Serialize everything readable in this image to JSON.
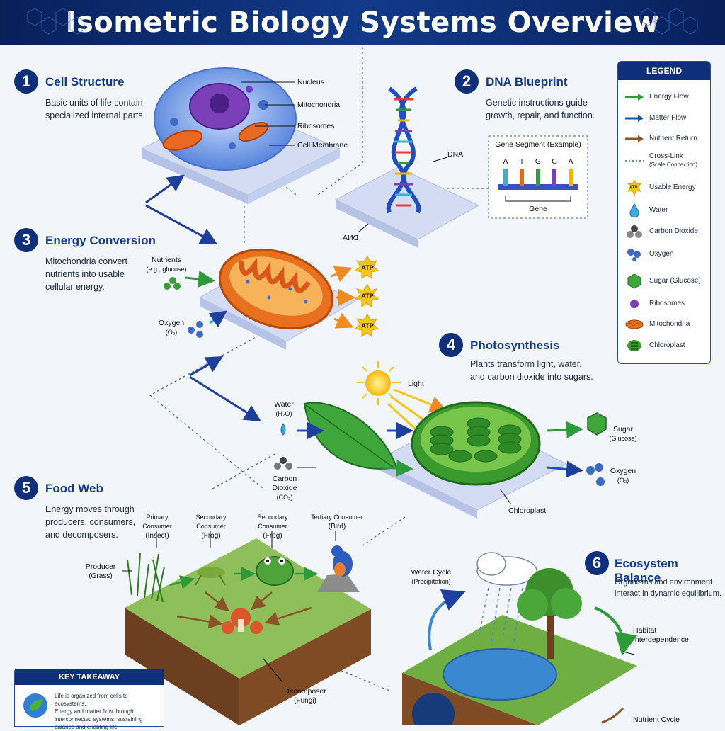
{
  "header": {
    "title": "Isometric Biology Systems Overview"
  },
  "sections": [
    {
      "num": "1",
      "title": "Cell Structure",
      "desc_lines": [
        "Basic units of life contain",
        "specialized internal parts."
      ]
    },
    {
      "num": "2",
      "title": "DNA Blueprint",
      "desc_lines": [
        "Genetic instructions guide",
        "growth, repair, and function."
      ]
    },
    {
      "num": "3",
      "title": "Energy Conversion",
      "desc_lines": [
        "Mitochondria convert",
        "nutrients into usable",
        "cellular energy."
      ]
    },
    {
      "num": "4",
      "title": "Photosynthesis",
      "desc_lines": [
        "Plants transform light, water,",
        "and carbon dioxide into sugars."
      ]
    },
    {
      "num": "5",
      "title": "Food Web",
      "desc_lines": [
        "Energy moves through",
        "producers, consumers,",
        "and decomposers."
      ]
    },
    {
      "num": "6",
      "title": "Ecosystem Balance",
      "desc_lines": [
        "Organisms and environment",
        "interact in dynamic equilibrium."
      ]
    }
  ],
  "cell_labels": {
    "nucleus": "Nucleus",
    "mitochondria": "Mitochondria",
    "ribosomes": "Ribosomes",
    "membrane": "Cell Membrane"
  },
  "dna": {
    "label": "DNA",
    "label_mirrored": "DNA",
    "gene_box_title": "Gene Segment (Example)",
    "bases": [
      "A",
      "T",
      "G",
      "C",
      "A"
    ],
    "gene_label": "Gene"
  },
  "energy": {
    "nutrients": "Nutrients",
    "nutrients_sub": "(e.g., glucose)",
    "oxygen": "Oxygen",
    "oxygen_sub": "(O₂)",
    "atp": [
      "ATP",
      "ATP",
      "ATP"
    ]
  },
  "photo": {
    "light": "Light",
    "water": "Water",
    "water_sub": "(H₂O)",
    "co2": "Carbon Dioxide",
    "co2_sub": "(CO₂)",
    "sugar": "Sugar",
    "sugar_sub": "(Glucose)",
    "oxygen": "Oxygen",
    "oxygen_sub": "(O₂)",
    "chloroplast": "Chloroplast"
  },
  "food_web": {
    "producer": "Producer",
    "producer_sub": "(Grass)",
    "primary": "Primary Consumer",
    "primary_sub": "(Insect)",
    "secondary1": "Secondary Consumer",
    "secondary1_sub": "(Frog)",
    "secondary2": "Secondary Consumer",
    "secondary2_sub": "(Frog)",
    "tertiary": "Tertiary Consumer",
    "tertiary_sub": "(Bird)",
    "decomposer": "Decomposer",
    "decomposer_sub": "(Fungi)"
  },
  "ecosystem": {
    "water_cycle": "Water Cycle",
    "water_cycle_sub": "(Precipitation)",
    "habitat": "Habitat",
    "habitat2": "Interdependence",
    "nutrient_cycle": "Nutrient Cycle"
  },
  "legend": {
    "title": "LEGEND",
    "items": [
      {
        "label": "Energy Flow",
        "icon": "green-arrow-icon"
      },
      {
        "label": "Matter Flow",
        "icon": "blue-arrow-icon"
      },
      {
        "label": "Nutrient Return",
        "icon": "brown-arrow-icon"
      },
      {
        "label": "Cross-Link",
        "label2": "(Scale Connection)",
        "icon": "dotted-line-icon"
      },
      {
        "label": "Usable Energy",
        "icon": "atp-star-icon",
        "badge": "ATP"
      },
      {
        "label": "Water",
        "icon": "water-drop-icon"
      },
      {
        "label": "Carbon Dioxide",
        "icon": "co2-molecule-icon"
      },
      {
        "label": "Oxygen",
        "icon": "oxygen-molecule-icon"
      },
      {
        "label": "Sugar (Glucose)",
        "icon": "hexagon-icon"
      },
      {
        "label": "Ribosomes",
        "icon": "ribosome-dot-icon"
      },
      {
        "label": "Mitochondria",
        "icon": "mitochondria-icon"
      },
      {
        "label": "Chloroplast",
        "icon": "chloroplast-icon"
      }
    ]
  },
  "takeaway": {
    "title": "KEY TAKEAWAY",
    "lines": [
      "Life is organized from cells to ecosystems.",
      "Energy and matter flow through",
      "interconnected systems, sustaining",
      "balance and enabling life."
    ]
  },
  "colors": {
    "navy": "#0f2f7a",
    "energy": "#2e9a3a",
    "matter": "#1f4fbf",
    "nutrient": "#8a5526",
    "atp": "#f7c616"
  }
}
